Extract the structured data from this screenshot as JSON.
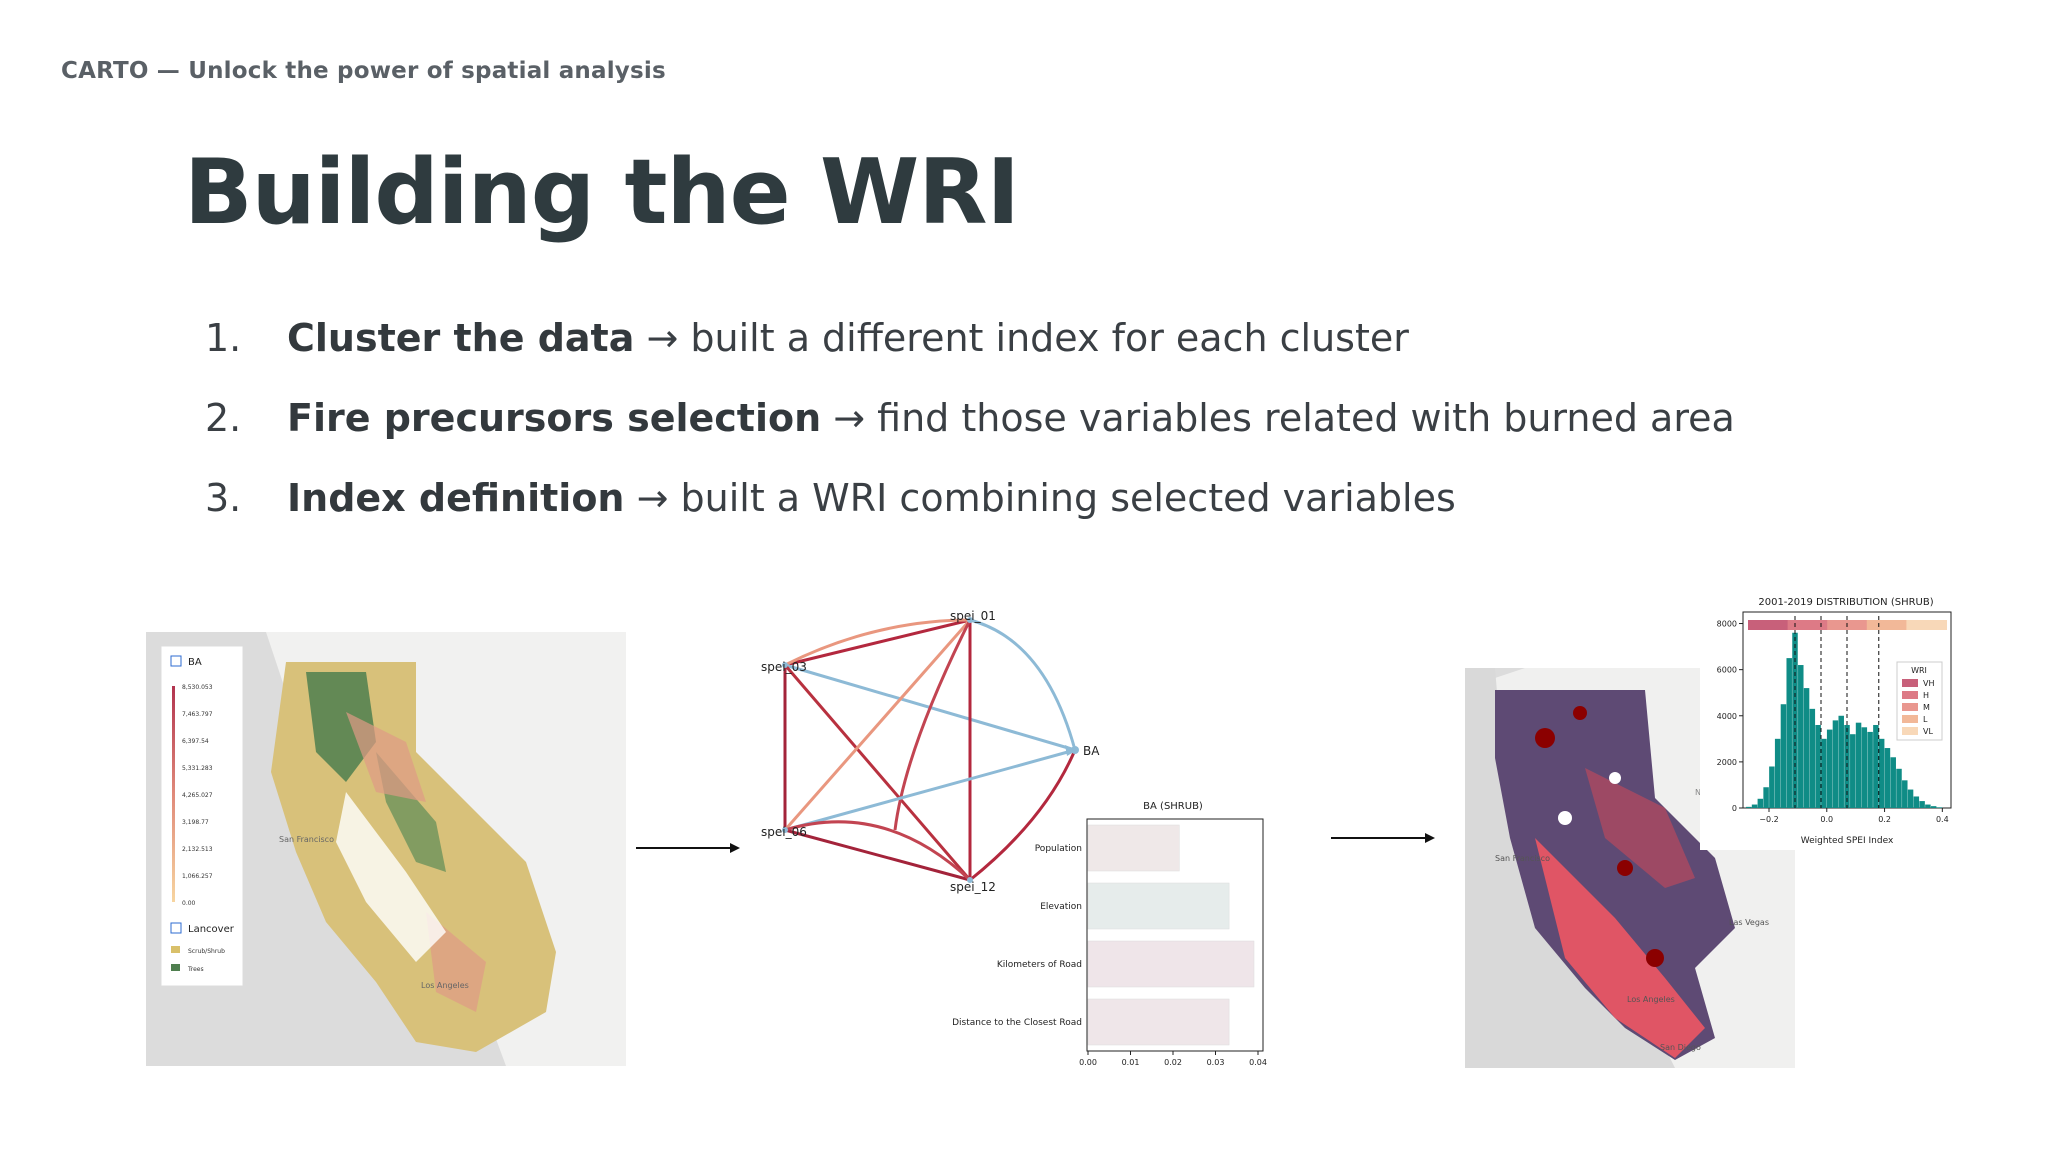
{
  "header": {
    "text": "CARTO — Unlock the power of spatial analysis"
  },
  "title": "Building the WRI",
  "steps": [
    {
      "num": "1.",
      "bold": "Cluster the data",
      "arrow": "→",
      "rest": " built a different index for each cluster"
    },
    {
      "num": "2.",
      "bold": "Fire precursors selection",
      "arrow": "→",
      "rest": " find those variables related with burned area"
    },
    {
      "num": "3.",
      "bold": "Index definition",
      "arrow": "→",
      "rest": "  built a WRI combining selected variables"
    }
  ],
  "map1": {
    "legend_ba_label": "BA",
    "legend_values": [
      "8,530.053",
      "7,463.797",
      "6,397.54",
      "5,331.283",
      "4,265.027",
      "3,198.77",
      "2,132.513",
      "1,066.257",
      "0.00"
    ],
    "legend_landcover_label": "Lancover",
    "landcover_items": [
      {
        "label": "Scrub/Shrub",
        "color": "#d9c06a"
      },
      {
        "label": "Trees",
        "color": "#4f7f4f"
      }
    ],
    "city_labels": [
      "San Francisco",
      "Los Angeles"
    ]
  },
  "network": {
    "nodes": [
      "spei_01",
      "spei_03",
      "BA",
      "spei_06",
      "spei_12"
    ]
  },
  "bar_chart": {
    "chart_data": {
      "type": "bar",
      "title": "BA (SHRUB)",
      "categories": [
        "Population",
        "Elevation",
        "Kilometers of Road",
        "Distance to the Closest Road"
      ],
      "values": [
        0.022,
        0.034,
        0.04,
        0.034
      ],
      "xlim": [
        0,
        0.04
      ],
      "xticks": [
        "0.00",
        "0.01",
        "0.02",
        "0.03",
        "0.04"
      ],
      "colors": [
        "#efe8e8",
        "#e6eceb",
        "#efe5e9",
        "#efe6e9"
      ]
    }
  },
  "map2": {
    "city_labels": [
      "San Francisco",
      "Las Vegas",
      "Los Angeles",
      "San Diego",
      "NEVA"
    ]
  },
  "histogram": {
    "chart_data": {
      "type": "bar",
      "title": "2001-2019 DISTRIBUTION (SHRUB)",
      "xlabel": "Weighted SPEI Index",
      "xticks": [
        "−0.2",
        "0.0",
        "0.2",
        "0.4"
      ],
      "yticks": [
        "0",
        "2000",
        "4000",
        "6000",
        "8000"
      ],
      "ylim": [
        0,
        8500
      ],
      "x": [
        -0.27,
        -0.25,
        -0.23,
        -0.21,
        -0.19,
        -0.17,
        -0.15,
        -0.13,
        -0.11,
        -0.09,
        -0.07,
        -0.05,
        -0.03,
        -0.01,
        0.01,
        0.03,
        0.05,
        0.07,
        0.09,
        0.11,
        0.13,
        0.15,
        0.17,
        0.19,
        0.21,
        0.23,
        0.25,
        0.27,
        0.29,
        0.31,
        0.33,
        0.35,
        0.37,
        0.39
      ],
      "values": [
        50,
        150,
        400,
        900,
        1800,
        3000,
        4500,
        6500,
        7600,
        6200,
        5200,
        4300,
        3600,
        3000,
        3400,
        3800,
        4000,
        3600,
        3200,
        3700,
        3500,
        3300,
        3600,
        3000,
        2600,
        2200,
        1700,
        1200,
        800,
        500,
        300,
        150,
        80,
        30
      ],
      "bar_color": "#0f8c86",
      "legend_title": "WRI",
      "legend": [
        {
          "label": "VH",
          "color": "#c8607a"
        },
        {
          "label": "H",
          "color": "#dd7a86"
        },
        {
          "label": "M",
          "color": "#e9978f"
        },
        {
          "label": "L",
          "color": "#f2b898"
        },
        {
          "label": "VL",
          "color": "#f8d8b8"
        }
      ]
    }
  }
}
